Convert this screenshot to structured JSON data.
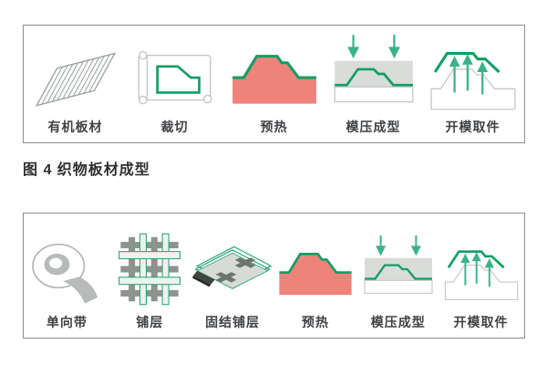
{
  "figure": {
    "caption": "图 4 织物板材成型",
    "top_box": {
      "steps": [
        {
          "label": "有机板材",
          "icon": "organic-sheet-icon"
        },
        {
          "label": "裁切",
          "icon": "cut-sheet-icon"
        },
        {
          "label": "预热",
          "icon": "preheat-icon"
        },
        {
          "label": "模压成型",
          "icon": "press-mold-icon"
        },
        {
          "label": "开模取件",
          "icon": "demold-icon"
        }
      ]
    },
    "bottom_box": {
      "steps": [
        {
          "label": "单向带",
          "icon": "tape-roll-icon"
        },
        {
          "label": "铺层",
          "icon": "layup-icon"
        },
        {
          "label": "固结铺层",
          "icon": "consolidated-layup-icon"
        },
        {
          "label": "预热",
          "icon": "preheat-icon"
        },
        {
          "label": "模压成型",
          "icon": "press-mold-icon"
        },
        {
          "label": "开模取件",
          "icon": "demold-icon"
        }
      ]
    }
  },
  "colors": {
    "accent_green": "#0f9e63",
    "arrow_teal": "#3bb28c",
    "preheat_salmon": "#ed837b",
    "mold_gray": "#d9dcd9",
    "outline_gray": "#c5c9c7",
    "box_border": "#8a8f8a",
    "label_text": "#3f4245"
  }
}
